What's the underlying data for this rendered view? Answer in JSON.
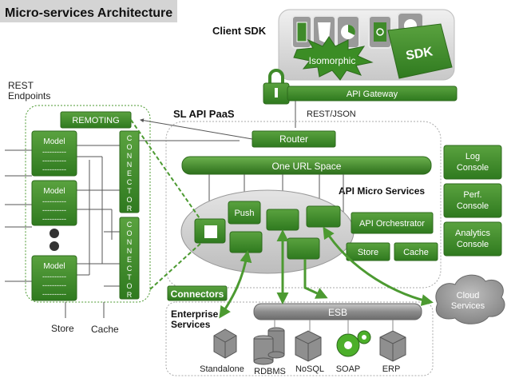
{
  "title": "Micro-services Architecture",
  "client_sdk": "Client SDK",
  "isomorphic": "Isomorphic",
  "sdk": "SDK",
  "api_gateway": "API Gateway",
  "rest_json": "REST/JSON",
  "rest_endpoints": [
    "REST",
    "Endpoints"
  ],
  "remoting": "REMOTING",
  "sl_api_paas": "SL API PaaS",
  "router": "Router",
  "one_url_space": "One URL Space",
  "api_micro_services": "API Micro Services",
  "push": "Push",
  "api_orchestrator": "API Orchestrator",
  "store_btn": "Store",
  "cache_btn": "Cache",
  "consoles": [
    "Log Console",
    "Perf. Console",
    "Analytics Console"
  ],
  "model_label": "Model",
  "model_line": "----------",
  "connector_label": "CONNECTOR",
  "store_bottom": "Store",
  "cache_bottom": "Cache",
  "connectors": "Connectors",
  "enterprise_services": [
    "Enterprise",
    "Services"
  ],
  "esb": "ESB",
  "cloud_services": [
    "Cloud",
    "Services"
  ],
  "backends": [
    "Standalone",
    "RDBMS",
    "NoSQL",
    "SOAP",
    "ERP"
  ],
  "colors": {
    "green": "#3f8a2a",
    "dark_green": "#2d6a1c",
    "bright_green": "#57b53a",
    "grey": "#9a9a9a"
  }
}
